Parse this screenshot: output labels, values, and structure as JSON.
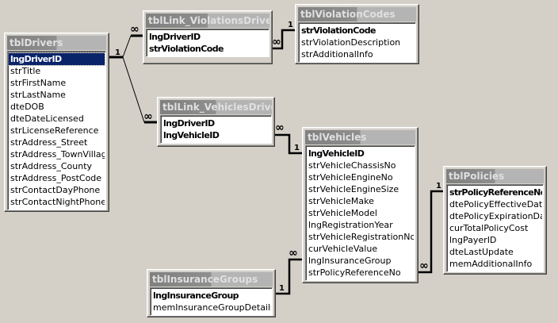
{
  "tables": {
    "drivers": {
      "name": "tblDrivers",
      "fields": [
        "lngDriverID",
        "strTitle",
        "strFirstName",
        "strLastName",
        "dteDOB",
        "dteDateLicensed",
        "strLicenseReference",
        "strAddress_Street",
        "strAddress_TownVillage",
        "strAddress_County",
        "strAddress_PostCode",
        "strContactDayPhone",
        "strContactNightPhone"
      ]
    },
    "link_violations": {
      "name": "tblLink_ViolationsDrivers",
      "fields": [
        "lngDriverID",
        "strViolationCode"
      ]
    },
    "violation_codes": {
      "name": "tblViolationCodes",
      "fields": [
        "strViolationCode",
        "strViolationDescription",
        "strAdditionalInfo"
      ]
    },
    "link_vehicles": {
      "name": "tblLink_VehiclesDrivers",
      "fields": [
        "lngDriverID",
        "lngVehicleID"
      ]
    },
    "vehicles": {
      "name": "tblVehicles",
      "fields": [
        "lngVehicleID",
        "strVehicleChassisNo",
        "strVehicleEngineNo",
        "strVehicleEngineSize",
        "strVehicleMake",
        "strVehicleModel",
        "lngRegistrationYear",
        "strVehicleRegistrationNo",
        "curVehicleValue",
        "lngInsuranceGroup",
        "strPolicyReferenceNo"
      ]
    },
    "policies": {
      "name": "tblPolicies",
      "fields": [
        "strPolicyReferenceNo",
        "dtePolicyEffectiveDate",
        "dtePolicyExpirationDate",
        "curTotalPolicyCost",
        "lngPayerID",
        "dteLastUpdate",
        "memAdditionalInfo"
      ]
    },
    "insurance_groups": {
      "name": "tblInsuranceGroups",
      "fields": [
        "lngInsuranceGroup",
        "memInsuranceGroupDetails"
      ]
    }
  },
  "labels": {
    "one": "1",
    "many": "∞"
  }
}
